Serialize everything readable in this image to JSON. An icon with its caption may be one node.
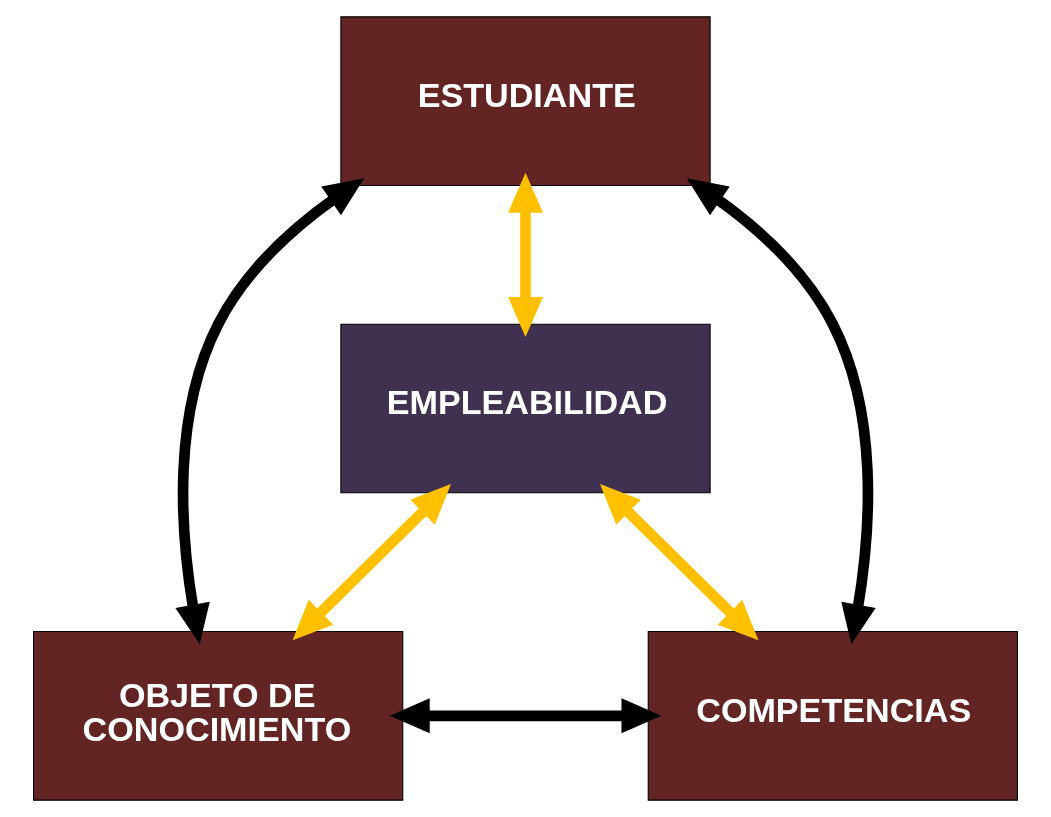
{
  "diagram": {
    "nodes": [
      {
        "text": [
          "ESTUDIANTE"
        ]
      },
      {
        "text": [
          "EMPLEABILIDAD"
        ]
      },
      {
        "text": [
          "OBJETO DE CONOCIMIENTO"
        ]
      },
      {
        "text": [
          "COMPETENCIAS"
        ]
      }
    ],
    "edges": [
      {
        "from": 0,
        "to": 1,
        "arrow": "both",
        "color": "#ffc000"
      },
      {
        "from": 0,
        "to": 2,
        "arrow": "both",
        "color": "#000000"
      },
      {
        "from": 0,
        "to": 3,
        "arrow": "both",
        "color": "#000000"
      },
      {
        "from": 1,
        "to": 2,
        "arrow": "both",
        "color": "#ffc000"
      },
      {
        "from": 1,
        "to": 3,
        "arrow": "both",
        "color": "#ffc000"
      },
      {
        "from": 2,
        "to": 3,
        "arrow": "both",
        "color": "#000000"
      }
    ]
  }
}
